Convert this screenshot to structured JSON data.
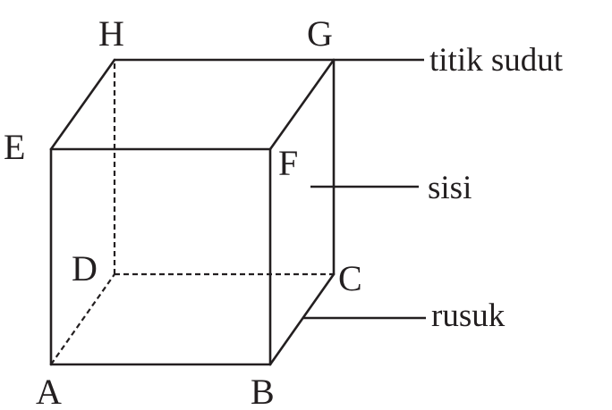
{
  "vertices": {
    "A": "A",
    "B": "B",
    "C": "C",
    "D": "D",
    "E": "E",
    "F": "F",
    "G": "G",
    "H": "H"
  },
  "annotations": {
    "vertex": "titik sudut",
    "face": "sisi",
    "edge": "rusuk"
  }
}
